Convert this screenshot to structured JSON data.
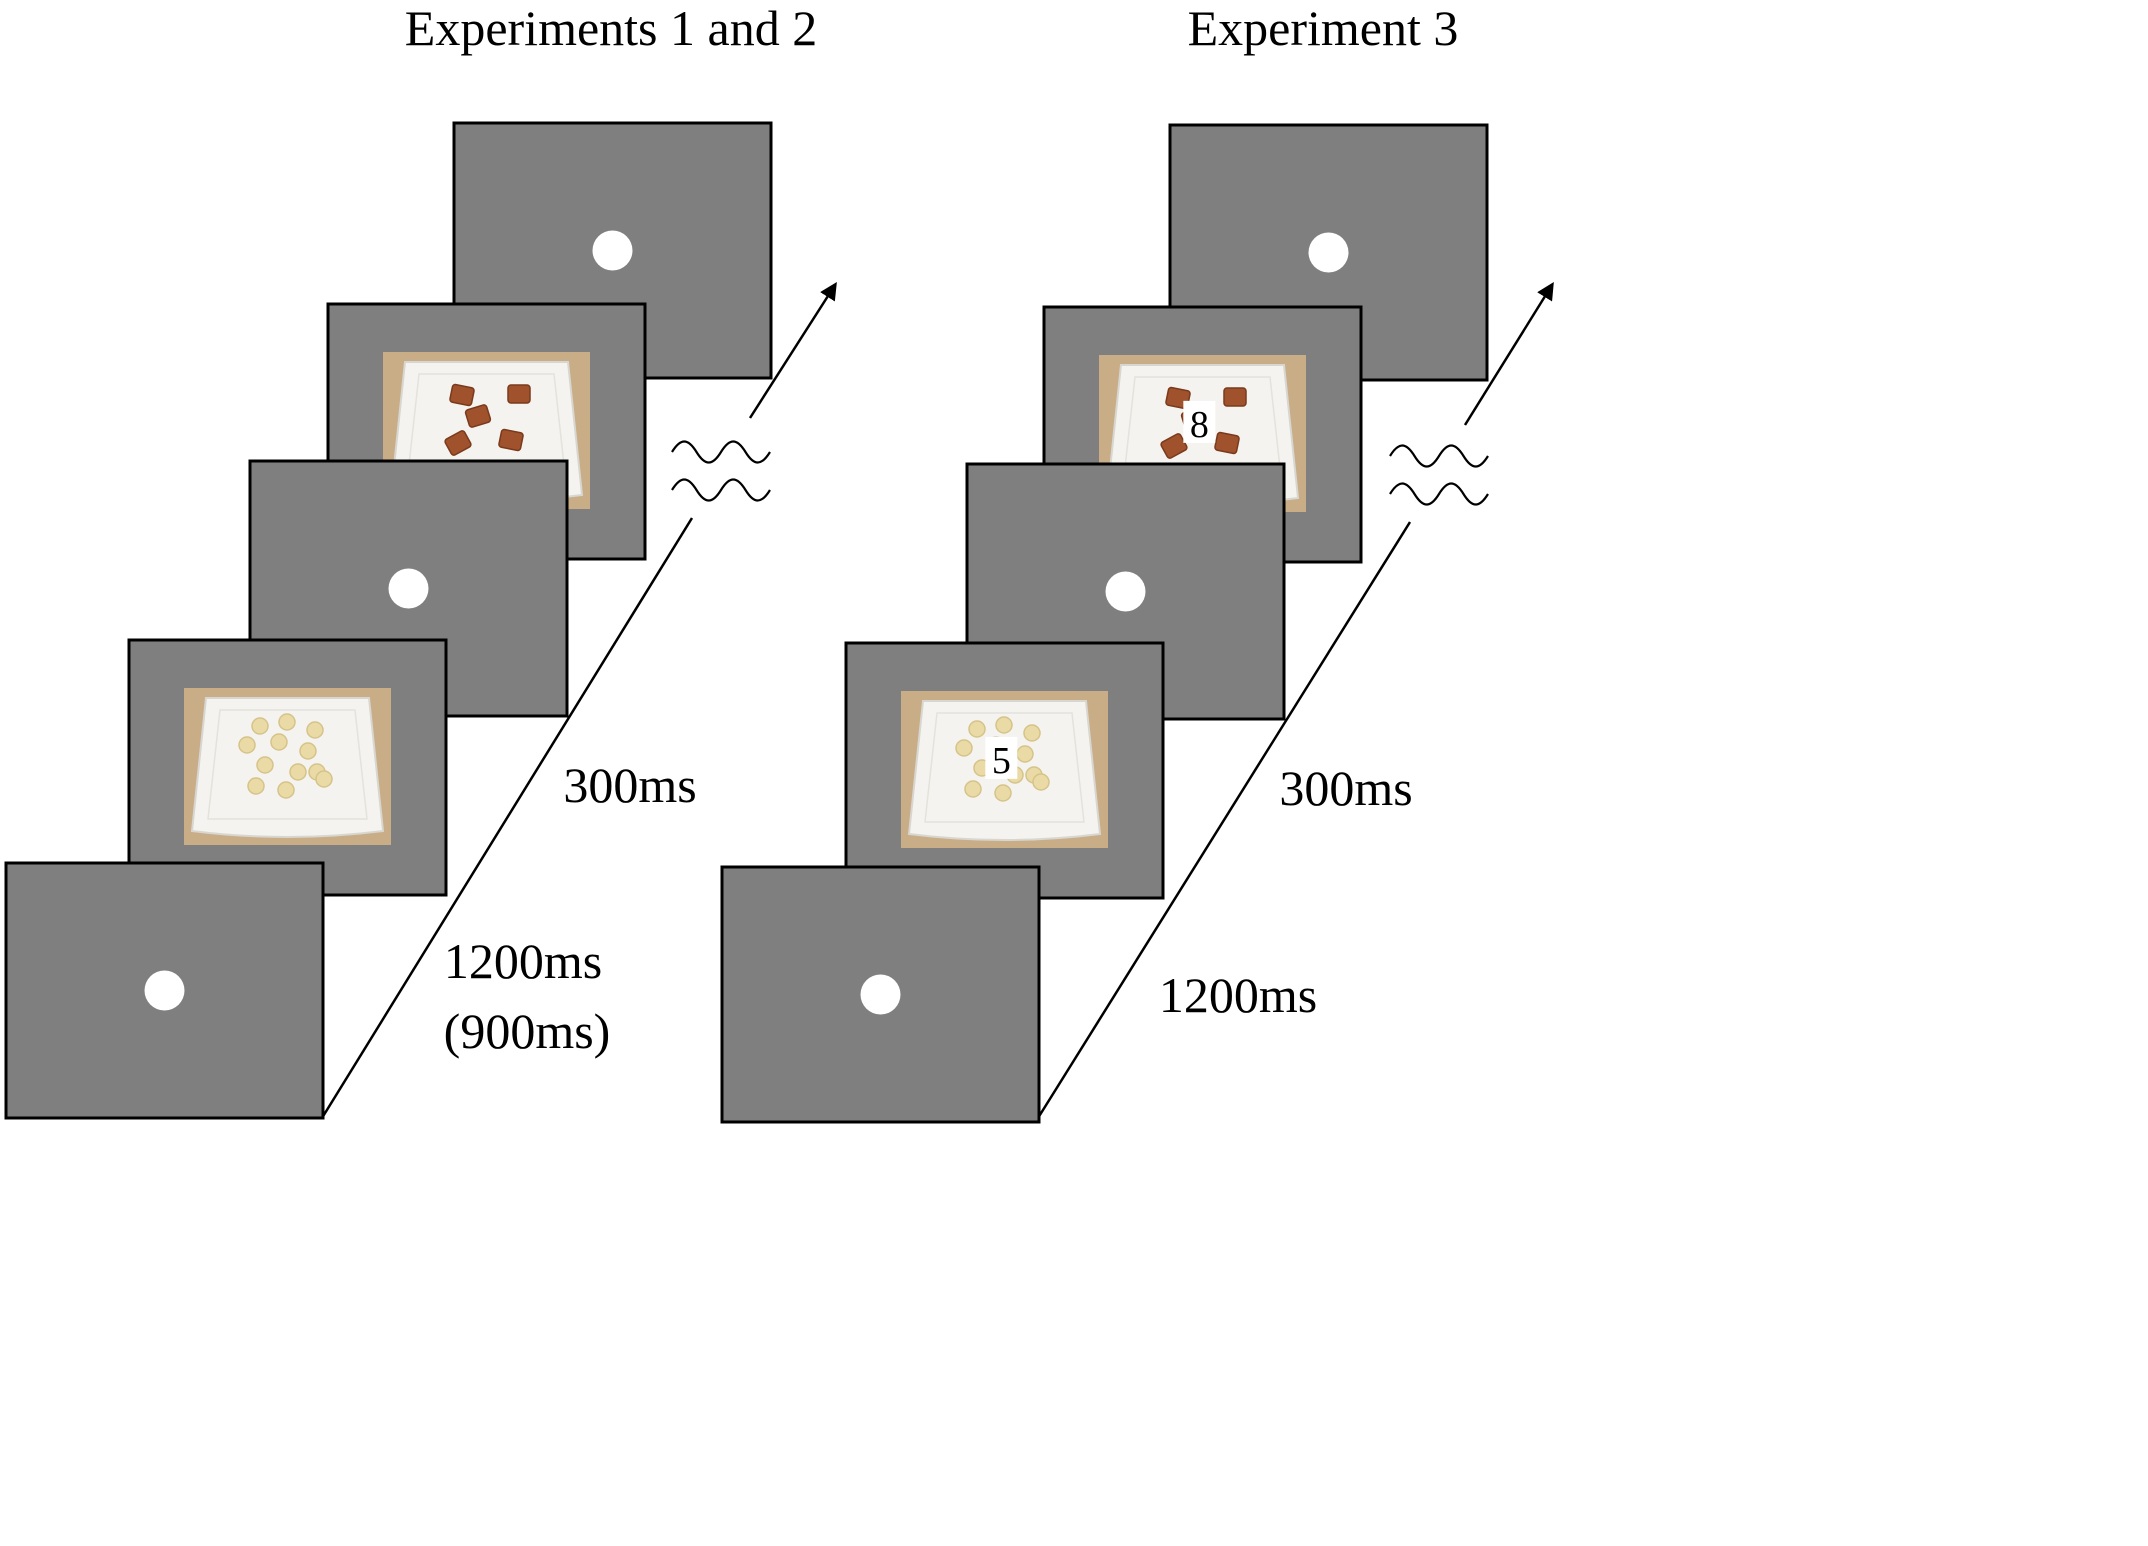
{
  "panels": [
    {
      "title": "Experiments 1 and 2",
      "durations": {
        "fixation": "1200ms",
        "fixation_alt": "(900ms)",
        "stimulus": "300ms"
      },
      "frames": [
        {
          "kind": "fixation"
        },
        {
          "kind": "stimulus",
          "food": "jelly",
          "count_label": ""
        },
        {
          "kind": "fixation"
        },
        {
          "kind": "stimulus",
          "food": "cracker",
          "count_label": ""
        },
        {
          "kind": "fixation"
        }
      ]
    },
    {
      "title": "Experiment 3",
      "durations": {
        "fixation": "1200ms",
        "fixation_alt": "",
        "stimulus": "300ms"
      },
      "frames": [
        {
          "kind": "fixation"
        },
        {
          "kind": "stimulus",
          "food": "jelly",
          "count_label": "5"
        },
        {
          "kind": "fixation"
        },
        {
          "kind": "stimulus",
          "food": "cracker",
          "count_label": "8"
        },
        {
          "kind": "fixation"
        }
      ]
    }
  ],
  "icons": {
    "fixation": "fixation-dot-icon",
    "time_arrow": "arrow-icon",
    "time_break": "wave-break-icon"
  },
  "colors": {
    "screen_gray": "#7f7f7f",
    "fixation_dot": "#ffffff",
    "outline": "#000000",
    "table_wood": "#c9ad86",
    "plate": "#f4f3ef",
    "cracker": "#a0522d",
    "jelly": "#eadba6",
    "background": "#ffffff"
  }
}
